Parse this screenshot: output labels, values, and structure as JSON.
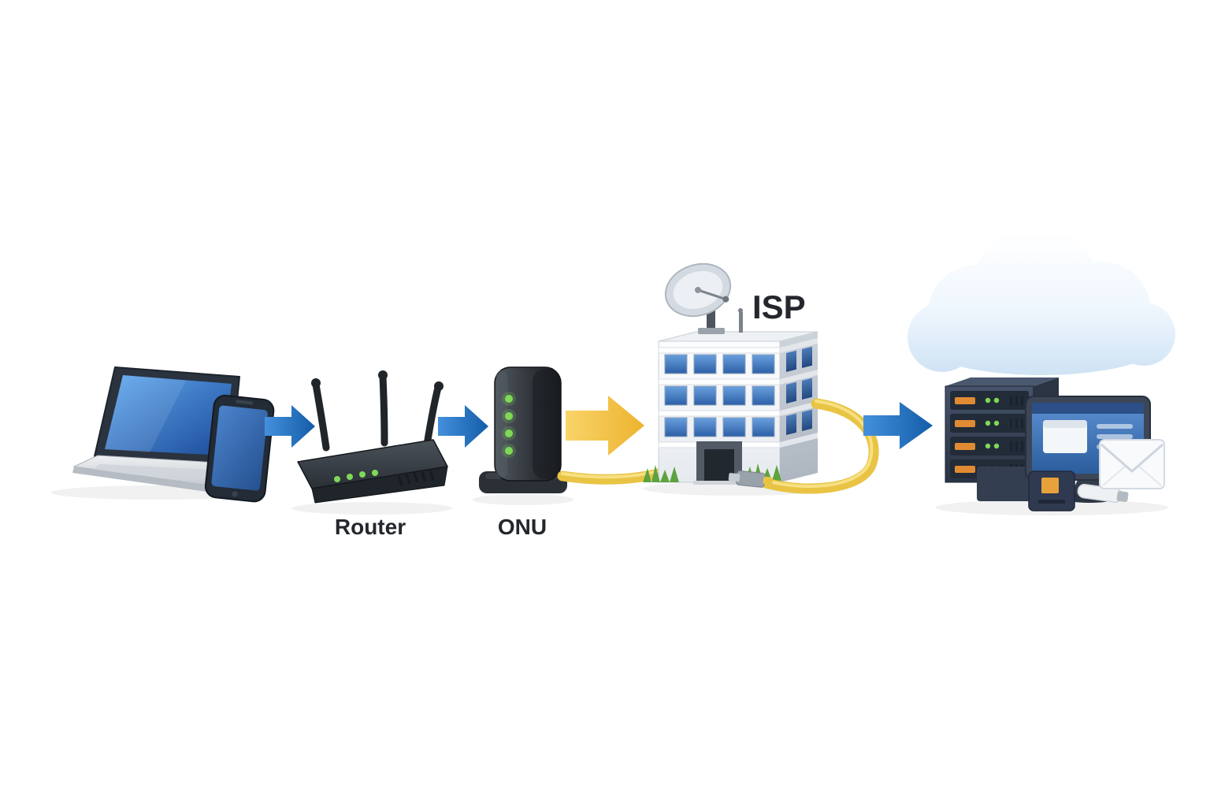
{
  "labels": {
    "router": "Router",
    "onu": "ONU",
    "isp": "ISP"
  },
  "flow": {
    "nodes": [
      {
        "id": "client-devices",
        "icon": "laptop-and-smartphone-icon",
        "label": ""
      },
      {
        "id": "router",
        "icon": "wireless-router-icon",
        "label": "Router"
      },
      {
        "id": "onu",
        "icon": "onu-modem-icon",
        "label": "ONU"
      },
      {
        "id": "isp",
        "icon": "isp-building-with-satellite-dish-icon",
        "label": "ISP"
      },
      {
        "id": "internet",
        "icon": "cloud-servers-monitor-mail-icon",
        "label": ""
      }
    ],
    "edges": [
      {
        "from": "client-devices",
        "to": "router",
        "connector": "blue-arrow"
      },
      {
        "from": "router",
        "to": "onu",
        "connector": "blue-arrow"
      },
      {
        "from": "onu",
        "to": "isp",
        "connector": "yellow-arrow"
      },
      {
        "from": "onu",
        "to": "isp",
        "connector": "yellow-fiber-cable"
      },
      {
        "from": "isp",
        "to": "internet",
        "connector": "blue-arrow"
      }
    ]
  },
  "colors": {
    "arrow_blue": "#135ca8",
    "arrow_blue_light": "#4490dc",
    "arrow_yellow": "#edb32f",
    "arrow_yellow_light": "#f9d469",
    "cable_yellow": "#e9c444",
    "cable_highlight": "#f7e083",
    "led_green": "#7ed957",
    "label_text": "#24272d"
  }
}
